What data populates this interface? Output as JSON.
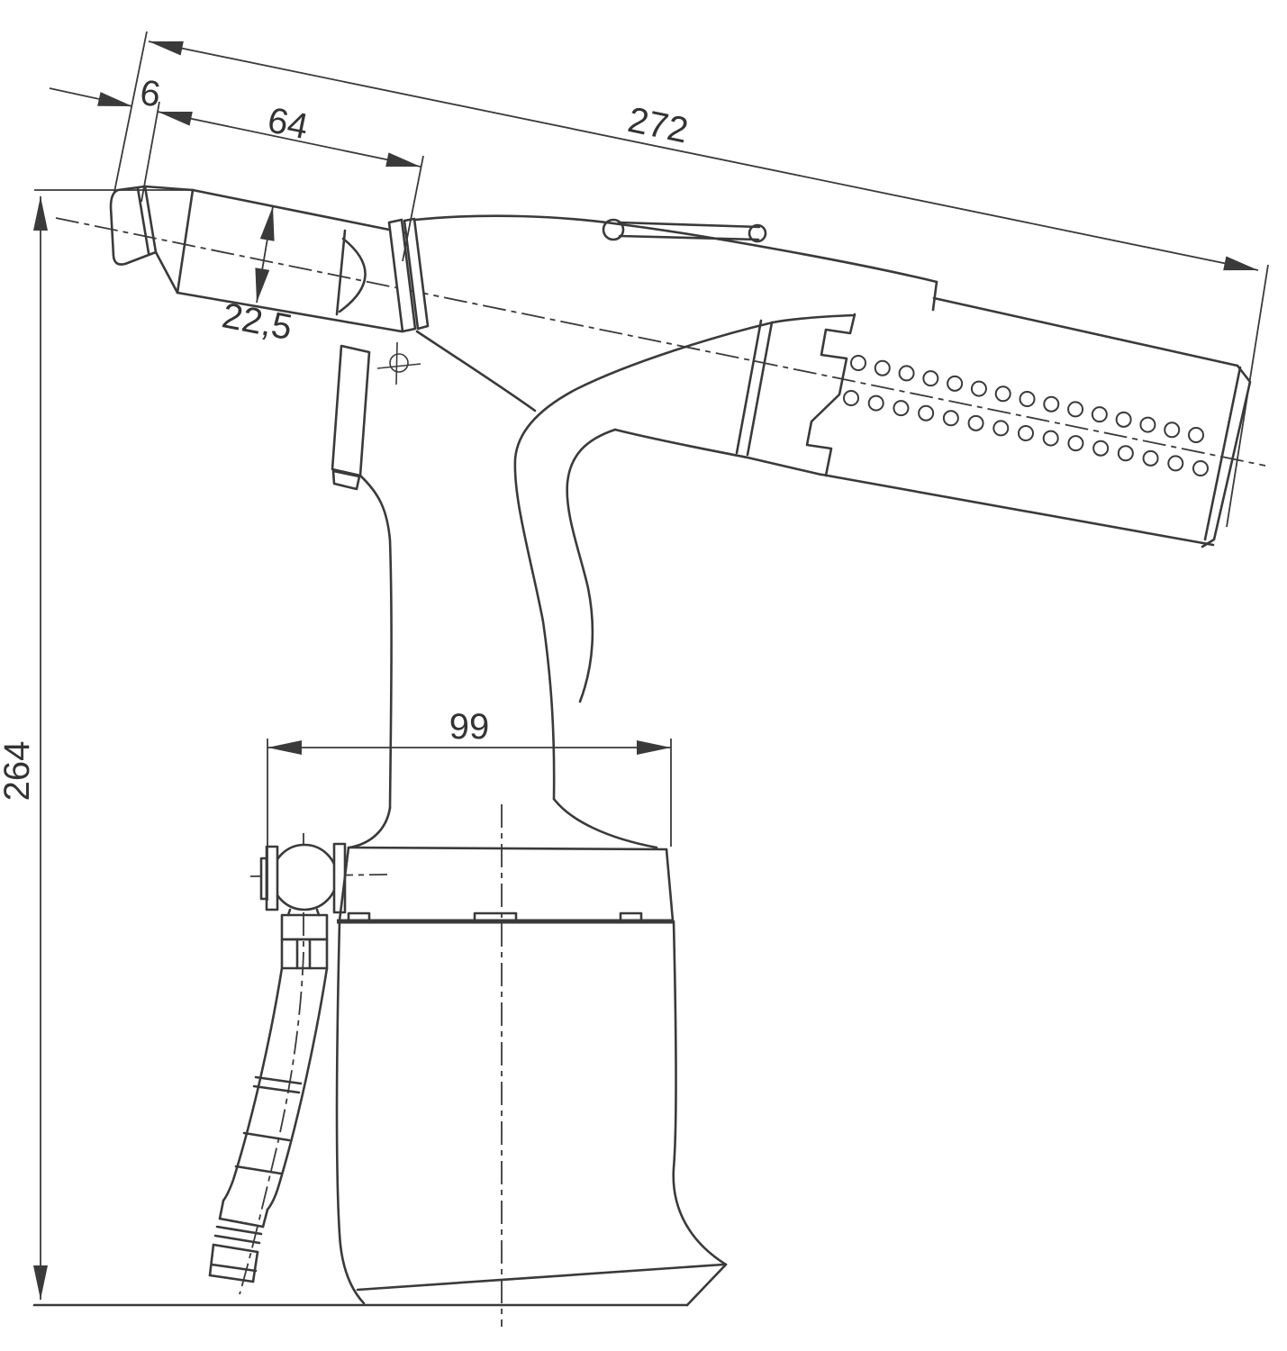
{
  "drawing": {
    "subject": "pneumatic-rivet-gun-side-view",
    "line_color": "#3a3a3a",
    "background_color": "#ffffff",
    "dimensions": {
      "overall_length": "272",
      "nose_section_length": "64",
      "nose_tip_offset": "6",
      "nose_diameter": "22,5",
      "overall_height": "264",
      "base_width": "99"
    }
  }
}
